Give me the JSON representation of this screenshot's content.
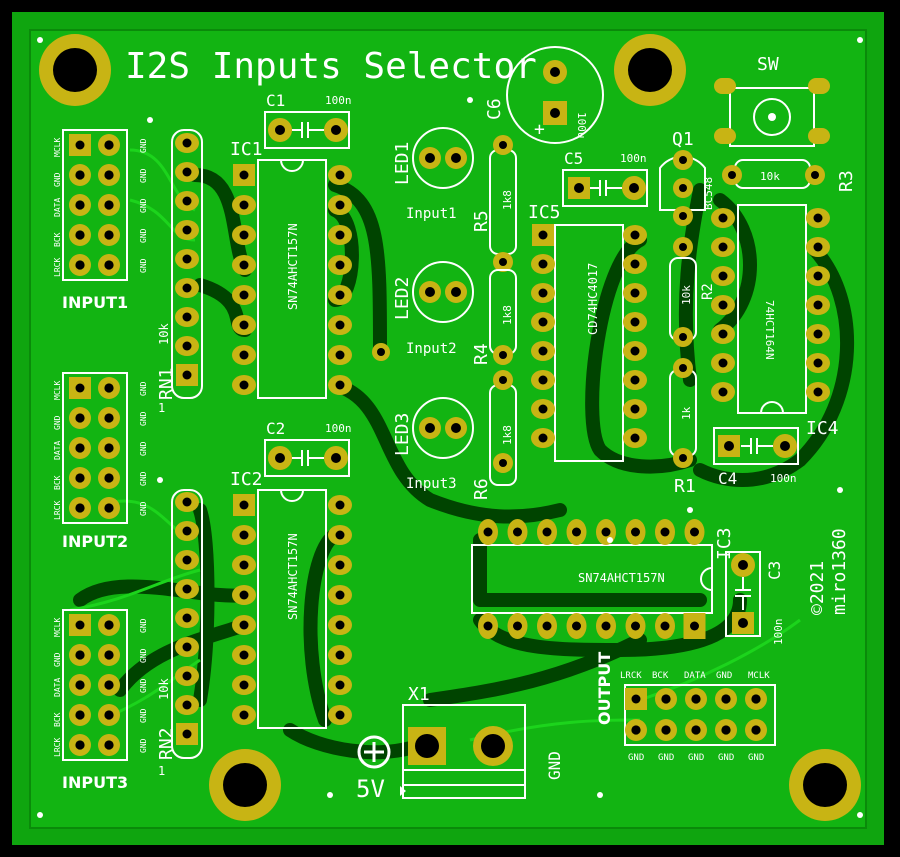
{
  "board": {
    "title": "I2S Inputs Selector",
    "copyright": "©2021",
    "author": "miro1360",
    "colors": {
      "board": "#0aa80a",
      "copper": "#14c814",
      "pad": "#c8b414",
      "silk": "#ffffff",
      "background": "#000000"
    }
  },
  "inputs": [
    {
      "name": "INPUT1",
      "pins_top": [
        "MCLK",
        "GND",
        "DATA",
        "GND",
        "BCK",
        "GND",
        "LRCK",
        "GND"
      ]
    },
    {
      "name": "INPUT2",
      "pins_top": [
        "MCLK",
        "GND",
        "DATA",
        "GND",
        "BCK",
        "GND",
        "LRCK",
        "GND"
      ]
    },
    {
      "name": "INPUT3",
      "pins_top": [
        "MCLK",
        "GND",
        "DATA",
        "GND",
        "BCK",
        "GND",
        "LRCK",
        "GND"
      ]
    }
  ],
  "output": {
    "name": "OUTPUT",
    "top_labels": [
      "LRCK",
      "BCK",
      "DATA",
      "GND",
      "MCLK"
    ],
    "bottom_labels": [
      "GND",
      "GND",
      "GND",
      "GND",
      "GND"
    ]
  },
  "components": {
    "c1": {
      "ref": "C1",
      "value": "100n"
    },
    "c2": {
      "ref": "C2",
      "value": "100n"
    },
    "c3": {
      "ref": "C3",
      "value": "100n"
    },
    "c4": {
      "ref": "C4",
      "value": "100n"
    },
    "c5": {
      "ref": "C5",
      "value": "100n"
    },
    "c6": {
      "ref": "C6",
      "value": "100u"
    },
    "ic1": {
      "ref": "IC1",
      "part": "SN74AHCT157N"
    },
    "ic2": {
      "ref": "IC2",
      "part": "SN74AHCT157N"
    },
    "ic3": {
      "ref": "IC3",
      "part": "SN74AHCT157N"
    },
    "ic4": {
      "ref": "IC4",
      "part": "74HCT164N"
    },
    "ic5": {
      "ref": "IC5",
      "part": "CD74HC4017"
    },
    "rn1": {
      "ref": "RN1",
      "value": "10k",
      "pin1": "1"
    },
    "rn2": {
      "ref": "RN2",
      "value": "10k",
      "pin1": "1"
    },
    "r1": {
      "ref": "R1",
      "value": "1k"
    },
    "r2": {
      "ref": "R2",
      "value": "10k"
    },
    "r3": {
      "ref": "R3",
      "value": "10k"
    },
    "r4": {
      "ref": "R4",
      "value": "1k8"
    },
    "r5": {
      "ref": "R5",
      "value": "1k8"
    },
    "r6": {
      "ref": "R6",
      "value": "1k8"
    },
    "q1": {
      "ref": "Q1",
      "part": "BC548"
    },
    "led1": {
      "ref": "LED1",
      "label": "Input1"
    },
    "led2": {
      "ref": "LED2",
      "label": "Input2"
    },
    "led3": {
      "ref": "LED3",
      "label": "Input3"
    },
    "sw": {
      "ref": "SW"
    },
    "x1": {
      "ref": "X1",
      "plus": "5V",
      "minus": "GND"
    }
  }
}
